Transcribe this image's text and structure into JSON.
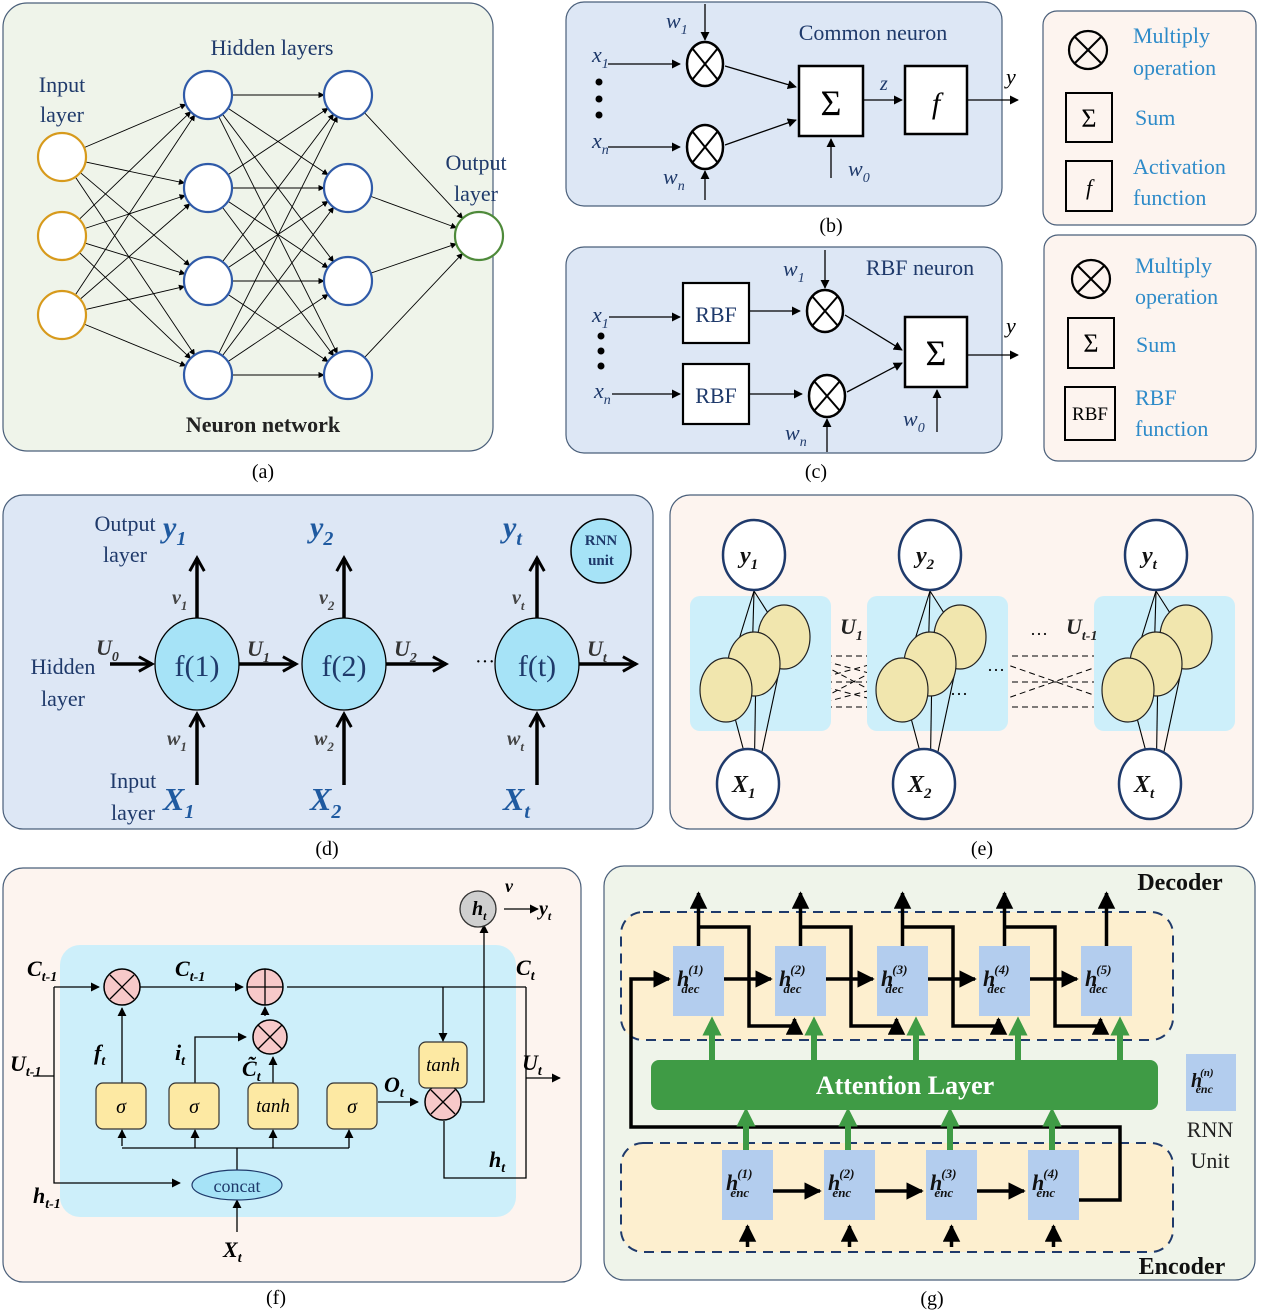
{
  "colors": {
    "panel_green": "#eff4ea",
    "panel_blue": "#dde7f5",
    "panel_peach": "#fdf4ef",
    "panel_border": "#4a5f7a",
    "label_navy": "#1f3a6b",
    "legend_blue": "#2e8bc9",
    "input_node": "#d79a1c",
    "hidden_node": "#2f5aa8",
    "output_node": "#4e8a3a",
    "rnn_cell": "#a6e3f7",
    "hidden_circle": "#f1e6ae",
    "hidden_region": "#cdeffa",
    "lstm_gate": "#fde9a3",
    "lstm_op": "#f7c9c9",
    "attention": "#3f9b45",
    "rnn_unit_box": "#b3cdee",
    "enc_dec_region": "#fdefcf"
  },
  "panels": {
    "a": {
      "caption": "(a)",
      "title": "Neuron network",
      "input_label": [
        "Input",
        "layer"
      ],
      "hidden_label": "Hidden layers",
      "output_label": [
        "Output",
        "layer"
      ],
      "layers": [
        3,
        4,
        4,
        1
      ]
    },
    "b": {
      "caption": "(b)",
      "title": "Common neuron",
      "x1": "x",
      "x1_sub": "1",
      "xn": "x",
      "xn_sub": "n",
      "w1": "w",
      "w1_sub": "1",
      "wn": "w",
      "wn_sub": "n",
      "w0": "w",
      "w0_sub": "0",
      "sum_symbol": "Σ",
      "z": "z",
      "f": "f",
      "y": "y",
      "legend": [
        {
          "icon": "multiply-icon",
          "label": [
            "Multiply",
            "operation"
          ]
        },
        {
          "icon": "sum-icon",
          "symbol": "Σ",
          "label": [
            "Sum"
          ]
        },
        {
          "icon": "activation-icon",
          "symbol": "f",
          "label": [
            "Activation",
            "function"
          ]
        }
      ]
    },
    "c": {
      "caption": "(c)",
      "title": "RBF neuron",
      "rbf": "RBF",
      "x1": "x",
      "x1_sub": "1",
      "xn": "x",
      "xn_sub": "n",
      "w1": "w",
      "w1_sub": "1",
      "wn": "w",
      "wn_sub": "n",
      "w0": "w",
      "w0_sub": "0",
      "sum_symbol": "Σ",
      "y": "y",
      "legend": [
        {
          "icon": "multiply-icon",
          "label": [
            "Multiply",
            "operation"
          ]
        },
        {
          "icon": "sum-icon",
          "symbol": "Σ",
          "label": [
            "Sum"
          ]
        },
        {
          "icon": "rbf-icon",
          "symbol": "RBF",
          "label": [
            "RBF",
            "function"
          ]
        }
      ]
    },
    "d": {
      "caption": "(d)",
      "output_label": [
        "Output",
        "layer"
      ],
      "hidden_label": [
        "Hidden",
        "layer"
      ],
      "input_label": [
        "Input",
        "layer"
      ],
      "rnn_unit": [
        "RNN",
        "unit"
      ],
      "u0": "U",
      "u0_sub": "0",
      "ellipsis": "···",
      "cells": [
        {
          "f": "f(1)",
          "y": "y",
          "y_sub": "1",
          "v": "v",
          "v_sub": "1",
          "w": "w",
          "w_sub": "1",
          "x": "X",
          "x_sub": "1",
          "u": "U",
          "u_sub": "1"
        },
        {
          "f": "f(2)",
          "y": "y",
          "y_sub": "2",
          "v": "v",
          "v_sub": "2",
          "w": "w",
          "w_sub": "2",
          "x": "X",
          "x_sub": "2",
          "u": "U",
          "u_sub": "2"
        },
        {
          "f": "f(t)",
          "y": "y",
          "y_sub": "t",
          "v": "v",
          "v_sub": "t",
          "w": "w",
          "w_sub": "t",
          "x": "X",
          "x_sub": "t",
          "u": "U",
          "u_sub": "t"
        }
      ]
    },
    "e": {
      "caption": "(e)",
      "u1": "U",
      "u1_sub": "1",
      "ut1": "U",
      "ut1_sub": "t-1",
      "ellipsis": "···",
      "columns": [
        {
          "y": "y",
          "y_sub": "1",
          "x": "X",
          "x_sub": "1"
        },
        {
          "y": "y",
          "y_sub": "2",
          "x": "X",
          "x_sub": "2"
        },
        {
          "y": "y",
          "y_sub": "t",
          "x": "X",
          "x_sub": "t"
        }
      ]
    },
    "f": {
      "caption": "(f)",
      "c_prev": "C",
      "c_prev_sub": "t-1",
      "c_prev2": "C",
      "c_prev2_sub": "t-1",
      "c_t": "C",
      "c_t_sub": "t",
      "u_prev": "U",
      "u_prev_sub": "t-1",
      "u_t": "U",
      "u_t_sub": "t",
      "h_prev": "h",
      "h_prev_sub": "t-1",
      "h_t": "h",
      "h_t_sub": "t",
      "h_out": "h",
      "h_out_sub": "t",
      "v": "v",
      "y_t": "y",
      "y_t_sub": "t",
      "f_t": "f",
      "f_t_sub": "t",
      "i_t": "i",
      "i_t_sub": "t",
      "c_tilde": "C̃",
      "c_tilde_sub": "t",
      "o_t": "O",
      "o_t_sub": "t",
      "x_t": "X",
      "x_t_sub": "t",
      "sigma": "σ",
      "tanh": "tanh",
      "concat": "concat"
    },
    "g": {
      "caption": "(g)",
      "decoder": "Decoder",
      "encoder": "Encoder",
      "attention": "Attention Layer",
      "h": "h",
      "dec_sub": "dec",
      "enc_sub": "enc",
      "decoder_units": [
        "(1)",
        "(2)",
        "(3)",
        "(4)",
        "(5)"
      ],
      "encoder_units": [
        "(1)",
        "(2)",
        "(3)",
        "(4)"
      ],
      "legend_sup": "(n)",
      "legend_label": [
        "RNN",
        "Unit"
      ]
    }
  }
}
